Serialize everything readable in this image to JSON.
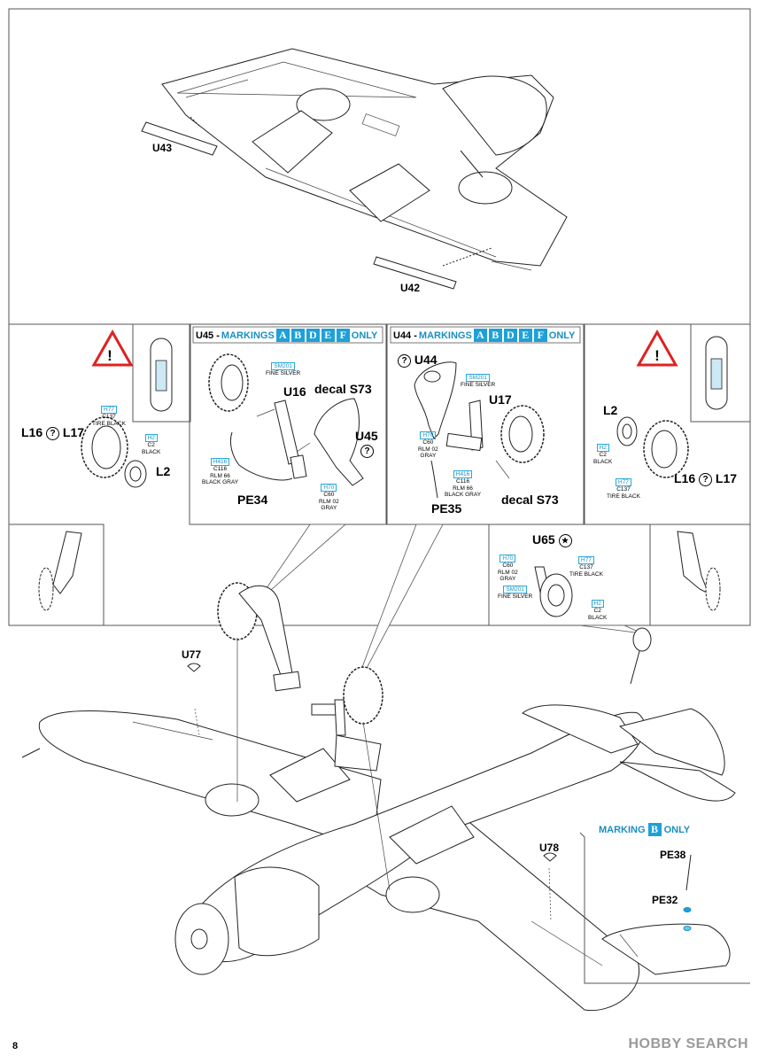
{
  "page_number": "8",
  "watermark": "HOBBY SEARCH",
  "top_panel": {
    "labels": {
      "u43": "U43",
      "u42": "U42"
    }
  },
  "left_small_panel": {
    "labels": {
      "l16": "L16",
      "l17": "L17",
      "l2": "L2"
    },
    "paints": {
      "tire": {
        "code": "H77",
        "name1": "C137",
        "name2": "TIRE BLACK"
      },
      "hub": {
        "code": "H2",
        "name1": "C2",
        "name2": "BLACK"
      }
    }
  },
  "u45_panel": {
    "header_part": "U45 -",
    "header_text": "MARKINGS",
    "letters": [
      "A",
      "B",
      "D",
      "E",
      "F"
    ],
    "header_suffix": "ONLY",
    "labels": {
      "u16": "U16",
      "decal": "decal S73",
      "u45": "U45",
      "pe34": "PE34"
    },
    "paints": {
      "sm201": {
        "code": "SM201",
        "name1": "FINE SILVER"
      },
      "h416": {
        "code": "H416",
        "name1": "C116",
        "name2": "RLM 66",
        "name3": "BLACK GRAY"
      },
      "h70": {
        "code": "H70",
        "name1": "C60",
        "name2": "RLM 02",
        "name3": "GRAY"
      }
    }
  },
  "u44_panel": {
    "header_part": "U44 -",
    "header_text": "MARKINGS",
    "letters": [
      "A",
      "B",
      "D",
      "E",
      "F"
    ],
    "header_suffix": "ONLY",
    "labels": {
      "u44": "U44",
      "u17": "U17",
      "decal": "decal S73",
      "pe35": "PE35"
    },
    "paints": {
      "sm201": {
        "code": "SM201",
        "name1": "FINE SILVER"
      },
      "h70": {
        "code": "H70",
        "name1": "C60",
        "name2": "RLM 02",
        "name3": "GRAY"
      },
      "h416": {
        "code": "H416",
        "name1": "C116",
        "name2": "RLM 66",
        "name3": "BLACK GRAY"
      }
    }
  },
  "right_small_panel": {
    "labels": {
      "l2": "L2",
      "l16": "L16",
      "l17": "L17"
    },
    "paints": {
      "hub": {
        "code": "H2",
        "name1": "C2",
        "name2": "BLACK"
      },
      "tire": {
        "code": "H77",
        "name1": "C137",
        "name2": "TIRE BLACK"
      }
    }
  },
  "tailwheel_panel": {
    "labels": {
      "u65": "U65"
    },
    "paints": {
      "h70": {
        "code": "H70",
        "name1": "C60",
        "name2": "RLM 02",
        "name3": "GRAY"
      },
      "h77": {
        "code": "H77",
        "name1": "C137",
        "name2": "TIRE BLACK"
      },
      "sm201": {
        "code": "SM201",
        "name1": "FINE SILVER"
      },
      "h2": {
        "code": "H2",
        "name1": "C2",
        "name2": "BLACK"
      }
    }
  },
  "main_assembly": {
    "labels": {
      "u77": "U77",
      "u78": "U78"
    }
  },
  "marking_b_panel": {
    "text": "MARKING",
    "letter": "B",
    "suffix": "ONLY",
    "labels": {
      "pe38": "PE38",
      "pe32": "PE32"
    }
  }
}
